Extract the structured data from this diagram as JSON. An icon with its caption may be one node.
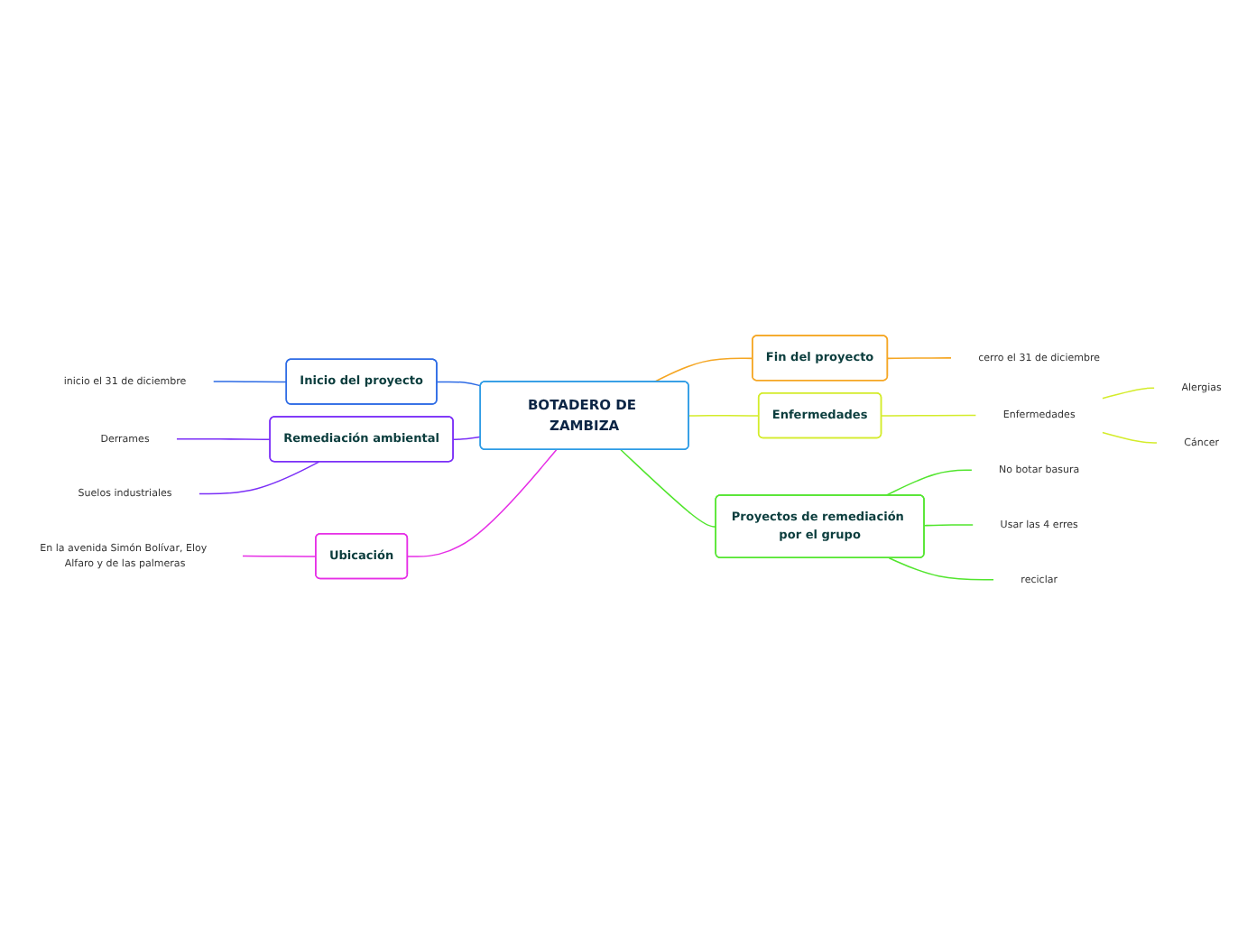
{
  "diagram": {
    "nodes": [
      {
        "text": [
          "BOTADERO DE ZAMBIZA"
        ]
      },
      {
        "text": [
          "Inicio del proyecto"
        ]
      },
      {
        "text": [
          "inicio el 31 de diciembre"
        ]
      },
      {
        "text": [
          "Remediación ambiental"
        ]
      },
      {
        "text": [
          "Derrames"
        ]
      },
      {
        "text": [
          "Suelos industriales"
        ]
      },
      {
        "text": [
          "Ubicación"
        ]
      },
      {
        "text": [
          "En la avenida Simón Bolívar, Eloy Alfaro y de las palmeras"
        ]
      },
      {
        "text": [
          "Fin del proyecto"
        ]
      },
      {
        "text": [
          "cerro el 31 de diciembre"
        ]
      },
      {
        "text": [
          "Enfermedades"
        ]
      },
      {
        "text": [
          "Enfermedades"
        ]
      },
      {
        "text": [
          "Alergias"
        ]
      },
      {
        "text": [
          "Cáncer"
        ]
      },
      {
        "text": [
          "Proyectos de remediación por el grupo"
        ]
      },
      {
        "text": [
          "No botar basura"
        ]
      },
      {
        "text": [
          "Usar las 4 erres"
        ]
      },
      {
        "text": [
          "reciclar"
        ]
      }
    ],
    "edges": [
      {
        "from": 0,
        "to": 1,
        "arrow": "none",
        "color": "#2d6be5"
      },
      {
        "from": 1,
        "to": 2,
        "arrow": "none",
        "color": "#2d6be5"
      },
      {
        "from": 0,
        "to": 3,
        "arrow": "none",
        "color": "#7b2ff7"
      },
      {
        "from": 3,
        "to": 4,
        "arrow": "none",
        "color": "#7b2ff7"
      },
      {
        "from": 3,
        "to": 5,
        "arrow": "none",
        "color": "#7b2ff7"
      },
      {
        "from": 0,
        "to": 6,
        "arrow": "none",
        "color": "#e62ee6"
      },
      {
        "from": 6,
        "to": 7,
        "arrow": "none",
        "color": "#e62ee6"
      },
      {
        "from": 0,
        "to": 8,
        "arrow": "none",
        "color": "#f5a623"
      },
      {
        "from": 8,
        "to": 9,
        "arrow": "none",
        "color": "#f5a623"
      },
      {
        "from": 0,
        "to": 10,
        "arrow": "none",
        "color": "#d4ec2a"
      },
      {
        "from": 10,
        "to": 11,
        "arrow": "none",
        "color": "#d4ec2a"
      },
      {
        "from": 11,
        "to": 12,
        "arrow": "none",
        "color": "#d4ec2a"
      },
      {
        "from": 11,
        "to": 13,
        "arrow": "none",
        "color": "#d4ec2a"
      },
      {
        "from": 0,
        "to": 14,
        "arrow": "none",
        "color": "#52e52e"
      },
      {
        "from": 14,
        "to": 15,
        "arrow": "none",
        "color": "#52e52e"
      },
      {
        "from": 14,
        "to": 16,
        "arrow": "none",
        "color": "#52e52e"
      },
      {
        "from": 14,
        "to": 17,
        "arrow": "none",
        "color": "#52e52e"
      }
    ]
  }
}
